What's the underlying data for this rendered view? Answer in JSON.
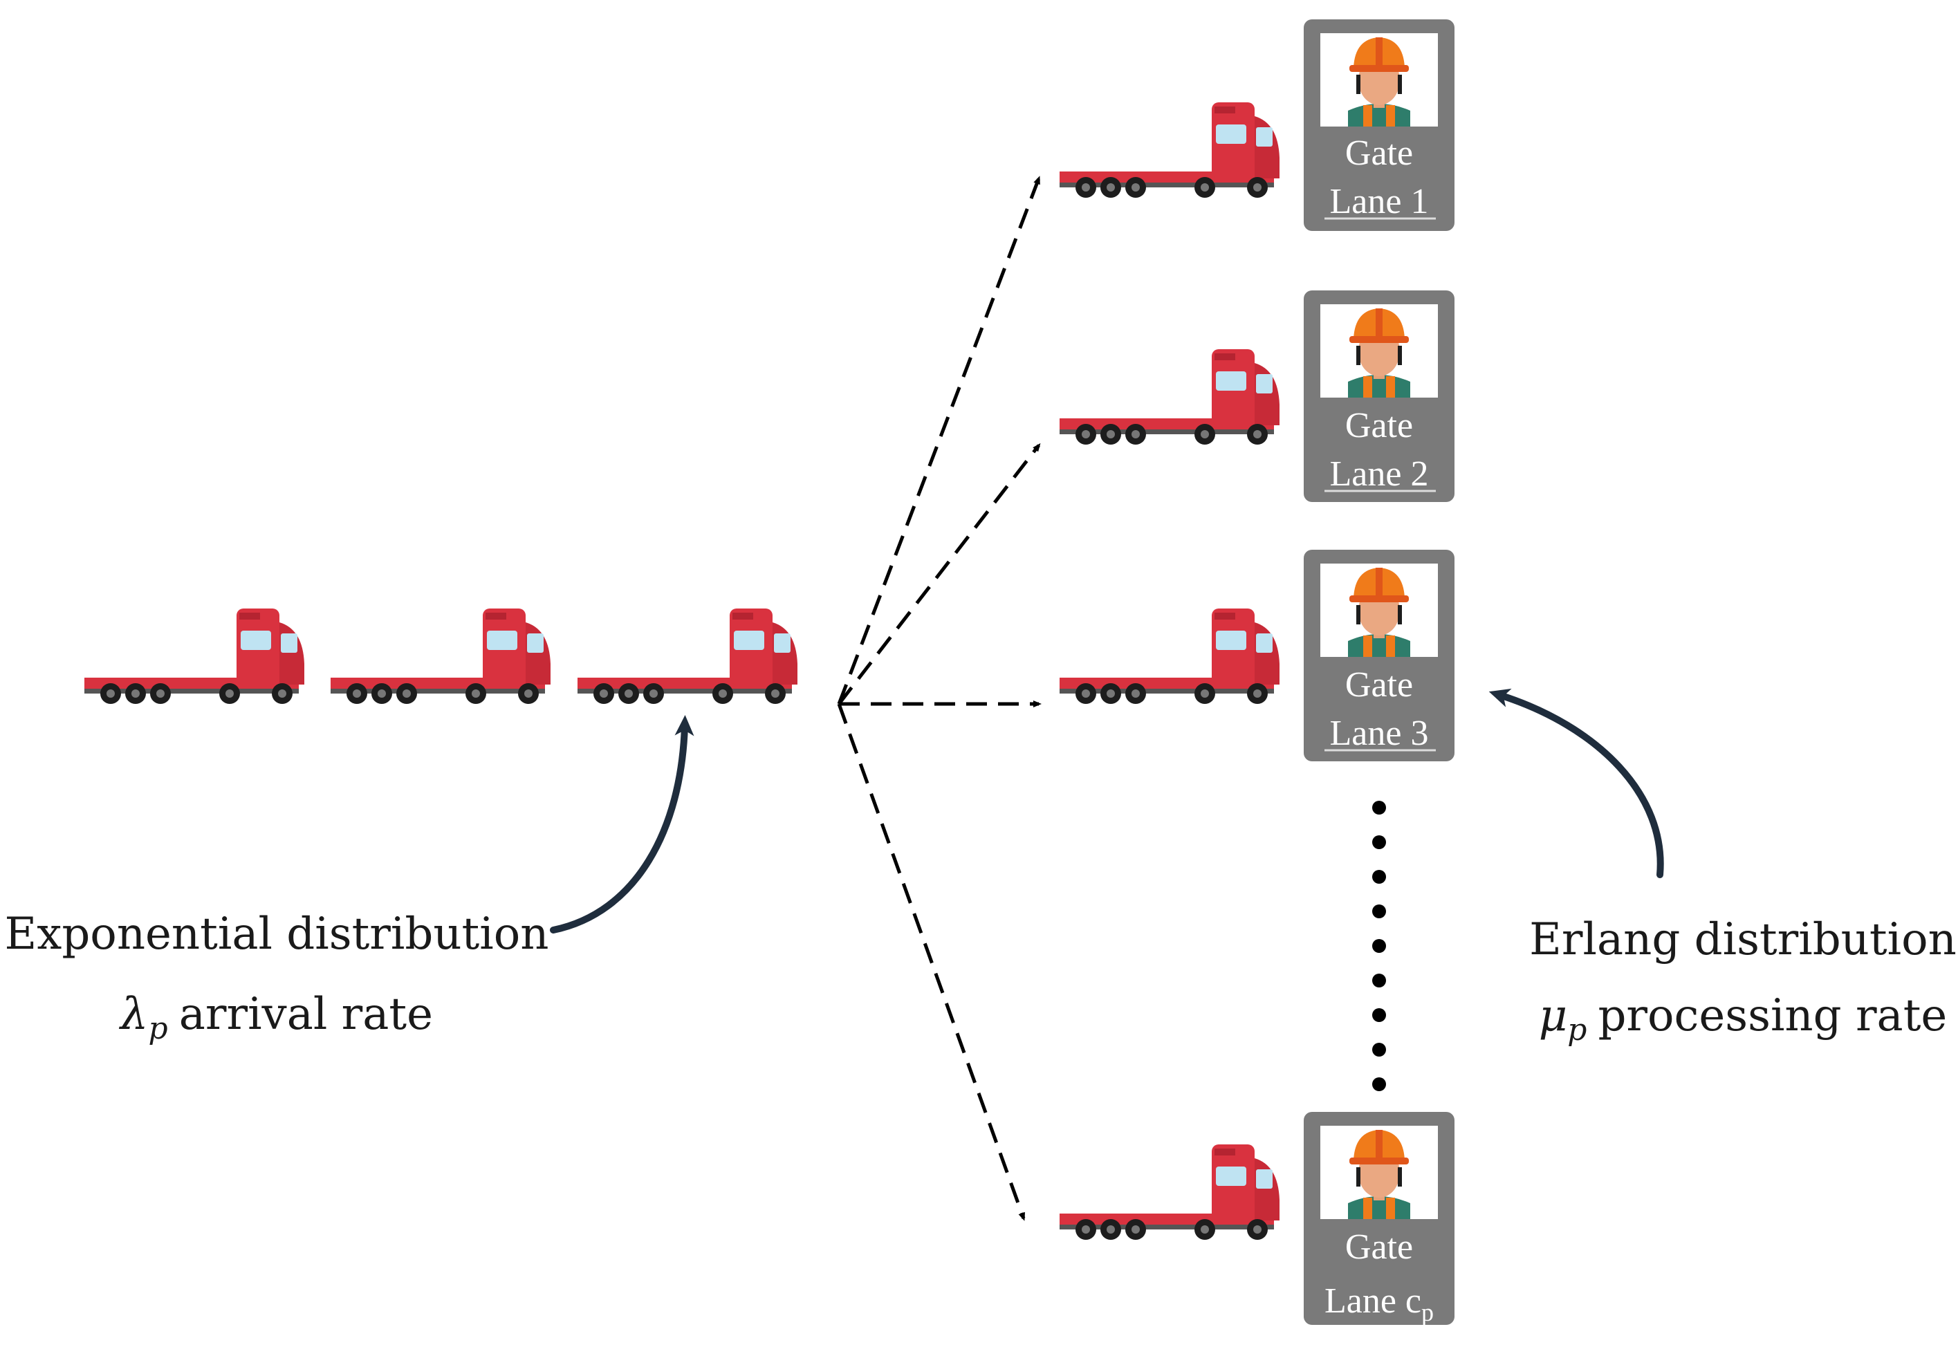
{
  "gates": [
    {
      "gate_label": "Gate",
      "lane_label": "Lane",
      "lane_id": "1",
      "lane_sub": ""
    },
    {
      "gate_label": "Gate",
      "lane_label": "Lane",
      "lane_id": "2",
      "lane_sub": ""
    },
    {
      "gate_label": "Gate",
      "lane_label": "Lane",
      "lane_id": "3",
      "lane_sub": ""
    },
    {
      "gate_label": "Gate",
      "lane_label": "Lane",
      "lane_id": "c",
      "lane_sub": "p"
    }
  ],
  "arrival": {
    "title": "Exponential distribution",
    "symbol": "λ",
    "symbol_sub": "p",
    "rate_text": "arrival rate"
  },
  "processing": {
    "title": "Erlang distribution",
    "symbol": "μ",
    "symbol_sub": "p",
    "rate_text": "processing rate"
  },
  "colors": {
    "truck_red": "#d9323f",
    "truck_dark_red": "#b52431",
    "gate_box": "#7a7a7a",
    "arrow": "#1f2d3d",
    "helmet": "#f07b1a"
  }
}
